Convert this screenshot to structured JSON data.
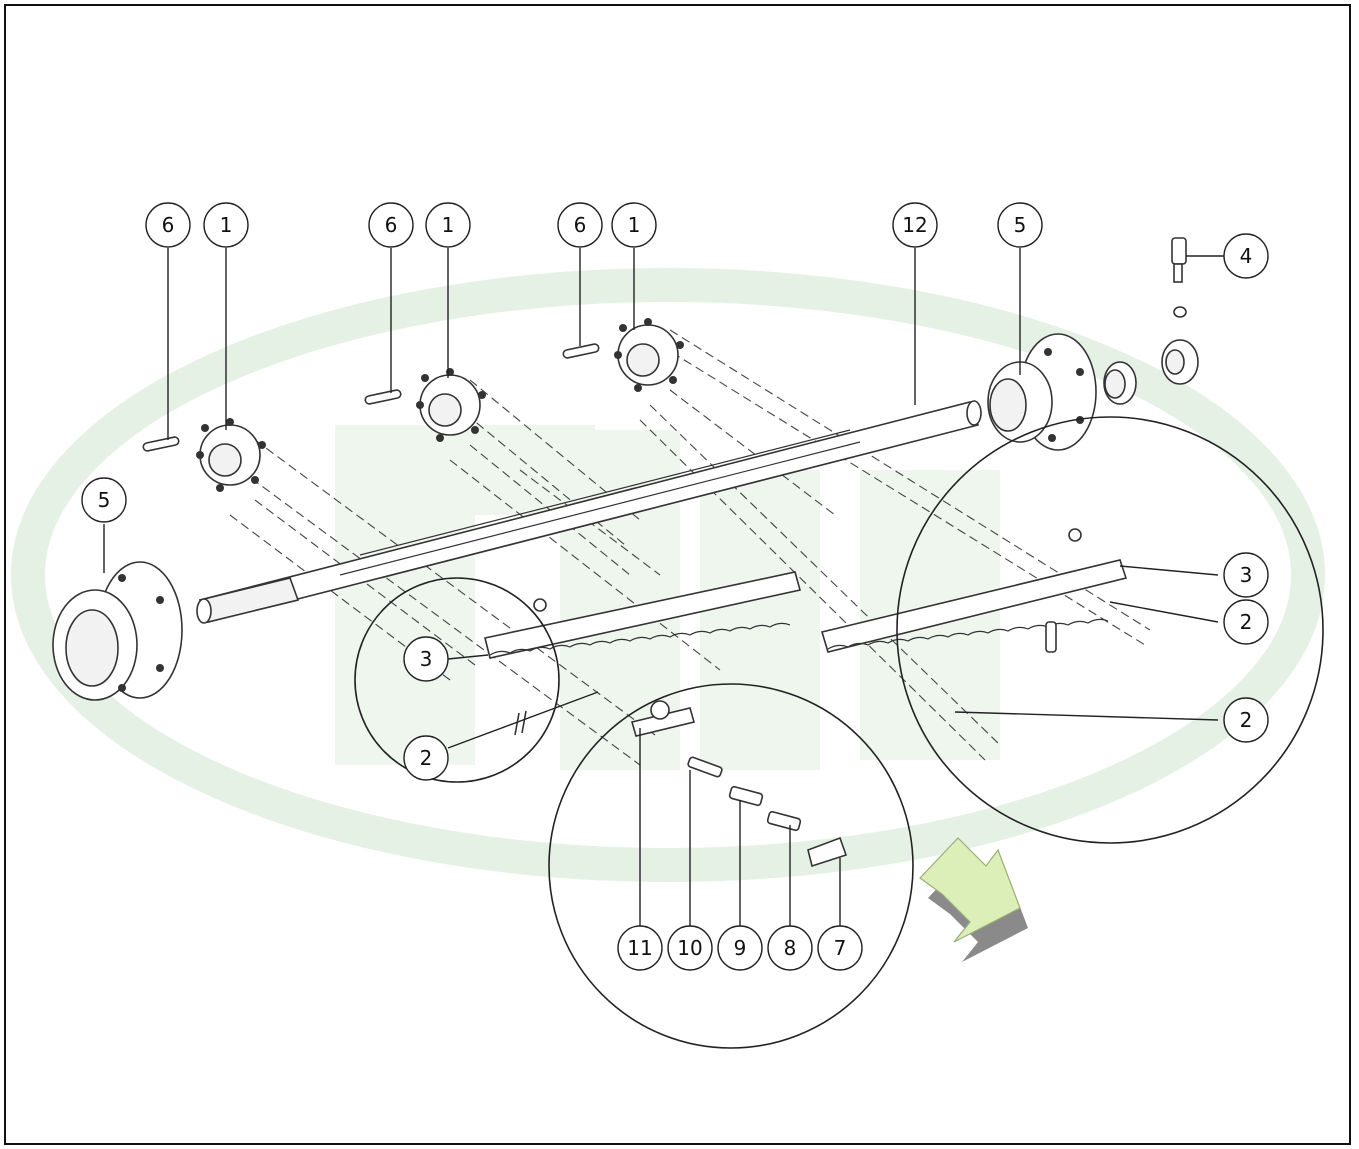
{
  "watermark": {
    "color": "#e6f1e6"
  },
  "arrow": {
    "fill": "#dcefb8",
    "shadow": "#8a8a8a",
    "icon": "arrow-down-right"
  },
  "callouts": [
    {
      "id": "c6a",
      "label": "6"
    },
    {
      "id": "c1a",
      "label": "1"
    },
    {
      "id": "c6b",
      "label": "6"
    },
    {
      "id": "c1b",
      "label": "1"
    },
    {
      "id": "c6c",
      "label": "6"
    },
    {
      "id": "c1c",
      "label": "1"
    },
    {
      "id": "c12",
      "label": "12"
    },
    {
      "id": "c5r",
      "label": "5"
    },
    {
      "id": "c4",
      "label": "4"
    },
    {
      "id": "c5l",
      "label": "5"
    },
    {
      "id": "c3r",
      "label": "3"
    },
    {
      "id": "c2r1",
      "label": "2"
    },
    {
      "id": "c2r2",
      "label": "2"
    },
    {
      "id": "c3l",
      "label": "3"
    },
    {
      "id": "c2l",
      "label": "2"
    },
    {
      "id": "c11",
      "label": "11"
    },
    {
      "id": "c10",
      "label": "10"
    },
    {
      "id": "c9",
      "label": "9"
    },
    {
      "id": "c8",
      "label": "8"
    },
    {
      "id": "c7",
      "label": "7"
    }
  ]
}
